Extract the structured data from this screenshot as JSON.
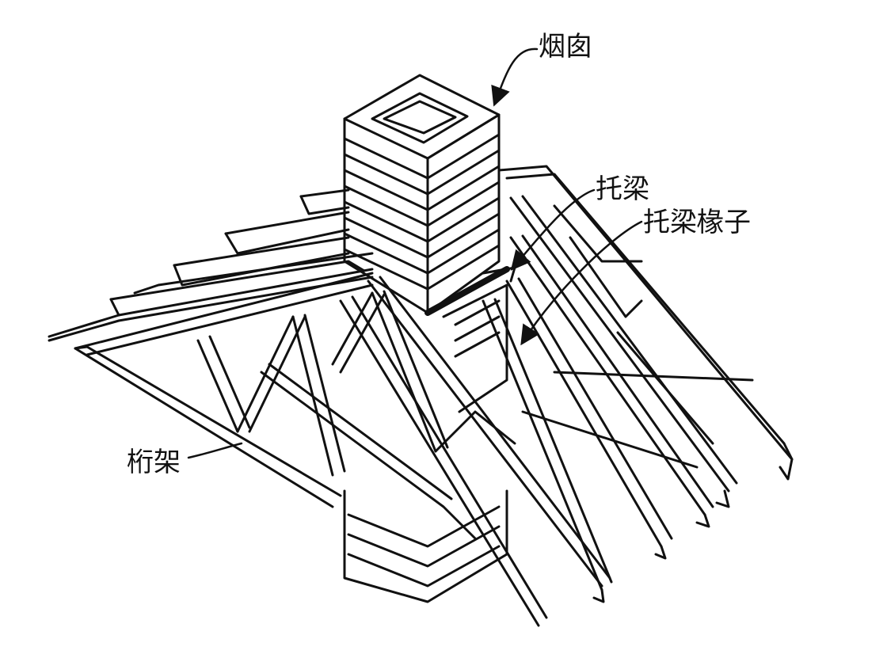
{
  "labels": {
    "chimney": "烟囱",
    "header": "托梁",
    "header_rafter": "托梁椽子",
    "truss": "桁架"
  },
  "style": {
    "ink": "#111111",
    "paper": "#ffffff"
  }
}
